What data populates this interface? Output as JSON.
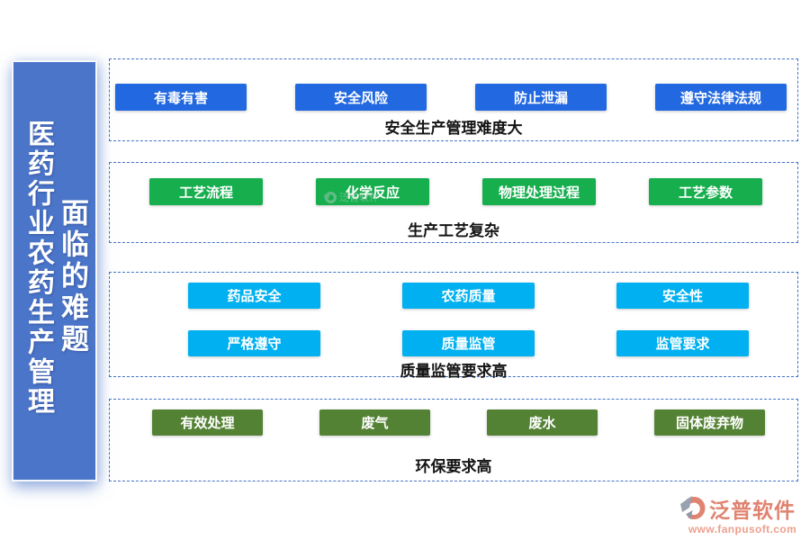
{
  "banner": {
    "line1": "医药行业农药生产管理",
    "line2": "面临的难题"
  },
  "sections": [
    {
      "id": "safety-production",
      "label": "安全生产管理难度大",
      "button_color": "#2268E0",
      "button_rows": [
        [
          "有毒有害",
          "安全风险",
          "防止泄漏",
          "遵守法律法规"
        ]
      ]
    },
    {
      "id": "process-complexity",
      "label": "生产工艺复杂",
      "button_color": "#17AE4E",
      "button_rows": [
        [
          "工艺流程",
          "化学反应",
          "物理处理过程",
          "工艺参数"
        ]
      ]
    },
    {
      "id": "quality-supervision",
      "label": "质量监管要求高",
      "button_color": "#00B0F0",
      "button_rows": [
        [
          "药品安全",
          "农药质量",
          "安全性"
        ],
        [
          "严格遵守",
          "质量监管",
          "监管要求"
        ]
      ]
    },
    {
      "id": "environmental",
      "label": "环保要求高",
      "button_color": "#548235",
      "button_rows": [
        [
          "有效处理",
          "废气",
          "废水",
          "固体废弃物"
        ]
      ]
    }
  ],
  "watermark": {
    "text": "泛普软件"
  },
  "footer_logo": {
    "name": "泛普软件",
    "url": "www.fanpusoft.com"
  },
  "colors": {
    "banner_blue": "#4A75C9",
    "dashed_border": "#4372C8",
    "blue_button": "#2268E0",
    "green_button": "#17AE4E",
    "cyan_button": "#00B0F0",
    "olive_button": "#548235",
    "logo_salmon": "#E08370",
    "logo_url_salmon": "#EDA08E"
  }
}
